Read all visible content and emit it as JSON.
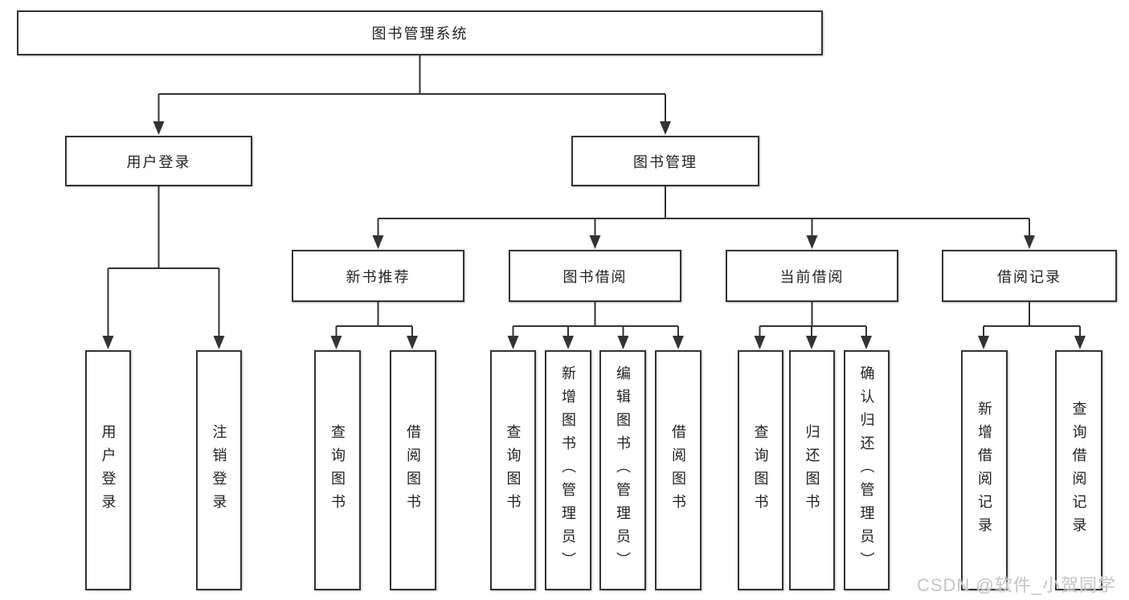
{
  "tree": {
    "root": {
      "label": "图书管理系统"
    },
    "branches": [
      {
        "label": "用户登录",
        "children": [
          "用户登录",
          "注销登录"
        ]
      },
      {
        "label": "图书管理",
        "modules": [
          {
            "label": "新书推荐",
            "children": [
              "查询图书",
              "借阅图书"
            ]
          },
          {
            "label": "图书借阅",
            "children": [
              "查询图书",
              "新增图书（管理员）",
              "编辑图书（管理员）",
              "借阅图书"
            ]
          },
          {
            "label": "当前借阅",
            "children": [
              "查询图书",
              "归还图书",
              "确认归还（管理员）"
            ]
          },
          {
            "label": "借阅记录",
            "children": [
              "新增借阅记录",
              "查询借阅记录"
            ]
          }
        ]
      }
    ]
  },
  "colors": {
    "line": "#333333",
    "border": "#333333",
    "text": "#222222",
    "watermark": "#c4c4c4"
  },
  "watermark": {
    "text": "CSDN @软件_小贺同学"
  }
}
